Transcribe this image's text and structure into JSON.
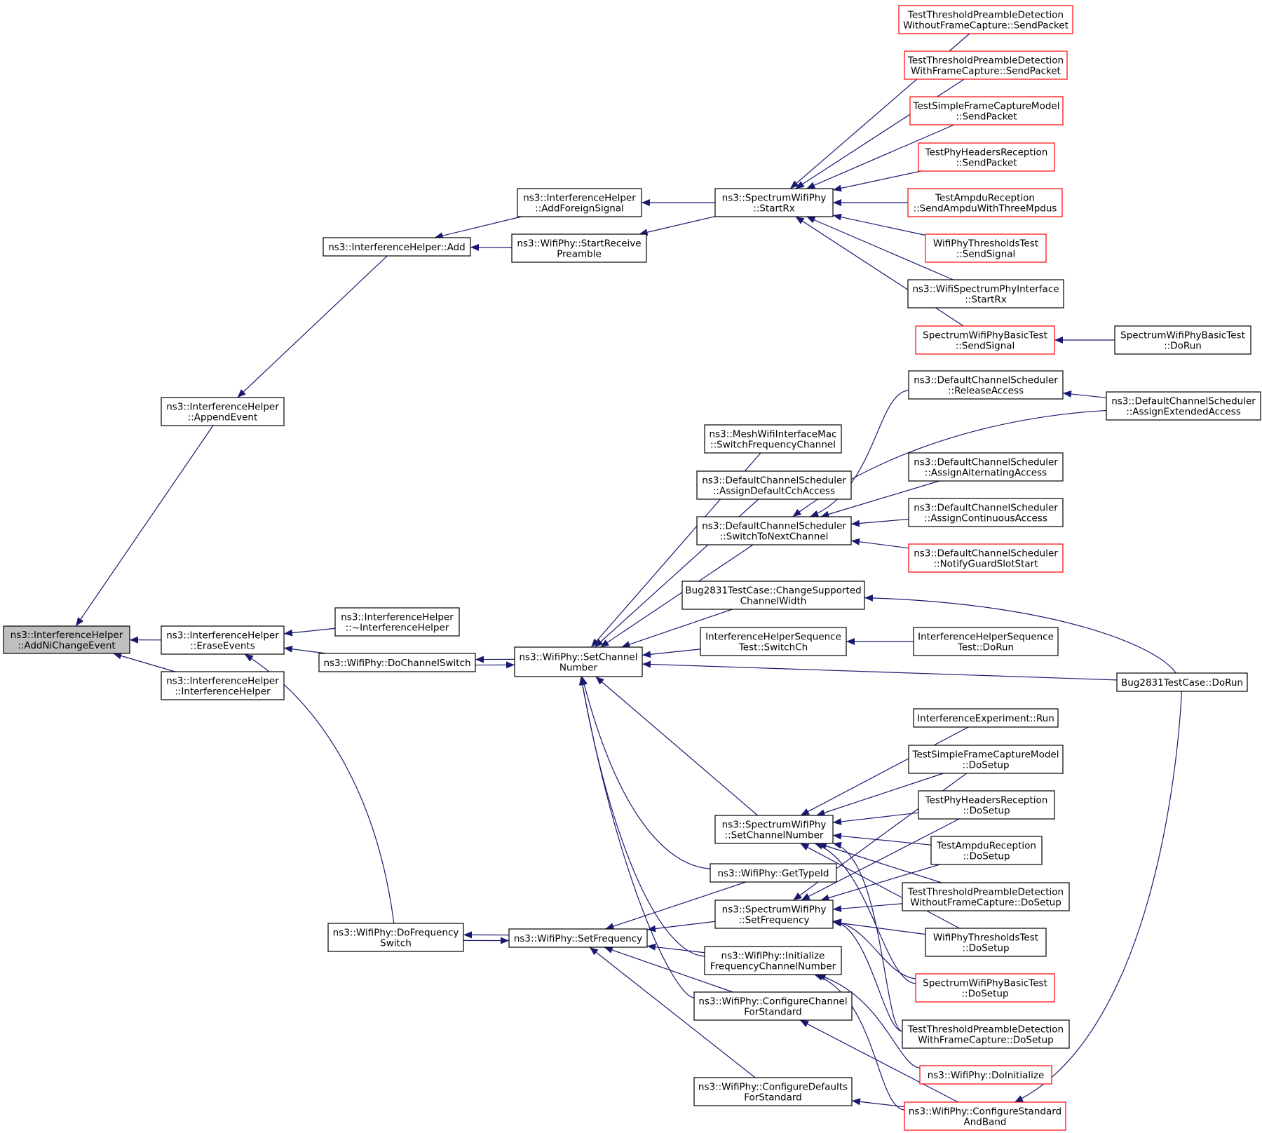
{
  "colors": {
    "edge": "#191970",
    "border_black": "#000000",
    "border_red": "#ff0000",
    "root_fill": "#bfbfbf",
    "node_fill": "#ffffff"
  },
  "nodes": [
    {
      "id": "root",
      "lines": [
        "ns3::InterferenceHelper",
        "::AddNiChangeEvent"
      ],
      "style": "root"
    },
    {
      "id": "append",
      "lines": [
        "ns3::InterferenceHelper",
        "::AppendEvent"
      ],
      "style": "black"
    },
    {
      "id": "erase",
      "lines": [
        "ns3::InterferenceHelper",
        "::EraseEvents"
      ],
      "style": "black"
    },
    {
      "id": "ctor",
      "lines": [
        "ns3::InterferenceHelper",
        "::InterferenceHelper"
      ],
      "style": "black"
    },
    {
      "id": "add",
      "lines": [
        "ns3::InterferenceHelper::Add"
      ],
      "style": "black"
    },
    {
      "id": "addforeign",
      "lines": [
        "ns3::InterferenceHelper",
        "::AddForeignSignal"
      ],
      "style": "black"
    },
    {
      "id": "startrecv",
      "lines": [
        "ns3::WifiPhy::StartReceive",
        "Preamble"
      ],
      "style": "black"
    },
    {
      "id": "sstartrx",
      "lines": [
        "ns3::SpectrumWifiPhy",
        "::StartRx"
      ],
      "style": "black"
    },
    {
      "id": "t1",
      "lines": [
        "TestThresholdPreambleDetection",
        "WithoutFrameCapture::SendPacket"
      ],
      "style": "red"
    },
    {
      "id": "t2",
      "lines": [
        "TestThresholdPreambleDetection",
        "WithFrameCapture::SendPacket"
      ],
      "style": "red"
    },
    {
      "id": "t3",
      "lines": [
        "TestSimpleFrameCaptureModel",
        "::SendPacket"
      ],
      "style": "red"
    },
    {
      "id": "t4",
      "lines": [
        "TestPhyHeadersReception",
        "::SendPacket"
      ],
      "style": "red"
    },
    {
      "id": "t5",
      "lines": [
        "TestAmpduReception",
        "::SendAmpduWithThreeMpdus"
      ],
      "style": "red"
    },
    {
      "id": "t6",
      "lines": [
        "WifiPhyThresholdsTest",
        "::SendSignal"
      ],
      "style": "red"
    },
    {
      "id": "t7",
      "lines": [
        "ns3::WifiSpectrumPhyInterface",
        "::StartRx"
      ],
      "style": "black"
    },
    {
      "id": "t8",
      "lines": [
        "SpectrumWifiPhyBasicTest",
        "::SendSignal"
      ],
      "style": "red"
    },
    {
      "id": "t9",
      "lines": [
        "SpectrumWifiPhyBasicTest",
        "::DoRun"
      ],
      "style": "black"
    },
    {
      "id": "dtor",
      "lines": [
        "ns3::InterferenceHelper",
        "::~InterferenceHelper"
      ],
      "style": "black"
    },
    {
      "id": "dochsw",
      "lines": [
        "ns3::WifiPhy::DoChannelSwitch"
      ],
      "style": "black"
    },
    {
      "id": "setch",
      "lines": [
        "ns3::WifiPhy::SetChannel",
        "Number"
      ],
      "style": "black"
    },
    {
      "id": "mesh",
      "lines": [
        "ns3::MeshWifiInterfaceMac",
        "::SwitchFrequencyChannel"
      ],
      "style": "black"
    },
    {
      "id": "dcs_def",
      "lines": [
        "ns3::DefaultChannelScheduler",
        "::AssignDefaultCchAccess"
      ],
      "style": "black"
    },
    {
      "id": "dcs_next",
      "lines": [
        "ns3::DefaultChannelScheduler",
        "::SwitchToNextChannel"
      ],
      "style": "black"
    },
    {
      "id": "dcs_rel",
      "lines": [
        "ns3::DefaultChannelScheduler",
        "::ReleaseAccess"
      ],
      "style": "black"
    },
    {
      "id": "dcs_ext",
      "lines": [
        "ns3::DefaultChannelScheduler",
        "::AssignExtendedAccess"
      ],
      "style": "black"
    },
    {
      "id": "dcs_alt",
      "lines": [
        "ns3::DefaultChannelScheduler",
        "::AssignAlternatingAccess"
      ],
      "style": "black"
    },
    {
      "id": "dcs_cont",
      "lines": [
        "ns3::DefaultChannelScheduler",
        "::AssignContinuousAccess"
      ],
      "style": "black"
    },
    {
      "id": "dcs_guard",
      "lines": [
        "ns3::DefaultChannelScheduler",
        "::NotifyGuardSlotStart"
      ],
      "style": "red"
    },
    {
      "id": "bugchg",
      "lines": [
        "Bug2831TestCase::ChangeSupported",
        "ChannelWidth"
      ],
      "style": "black"
    },
    {
      "id": "ihst_sw",
      "lines": [
        "InterferenceHelperSequence",
        "Test::SwitchCh"
      ],
      "style": "black"
    },
    {
      "id": "ihst_run",
      "lines": [
        "InterferenceHelperSequence",
        "Test::DoRun"
      ],
      "style": "black"
    },
    {
      "id": "bugrun",
      "lines": [
        "Bug2831TestCase::DoRun"
      ],
      "style": "black"
    },
    {
      "id": "iexp",
      "lines": [
        "InterferenceExperiment::Run"
      ],
      "style": "black"
    },
    {
      "id": "s1",
      "lines": [
        "TestSimpleFrameCaptureModel",
        "::DoSetup"
      ],
      "style": "black"
    },
    {
      "id": "s2",
      "lines": [
        "TestPhyHeadersReception",
        "::DoSetup"
      ],
      "style": "black"
    },
    {
      "id": "s3",
      "lines": [
        "TestAmpduReception",
        "::DoSetup"
      ],
      "style": "black"
    },
    {
      "id": "s4",
      "lines": [
        "TestThresholdPreambleDetection",
        "WithoutFrameCapture::DoSetup"
      ],
      "style": "black"
    },
    {
      "id": "s5",
      "lines": [
        "WifiPhyThresholdsTest",
        "::DoSetup"
      ],
      "style": "black"
    },
    {
      "id": "s6",
      "lines": [
        "SpectrumWifiPhyBasicTest",
        "::DoSetup"
      ],
      "style": "red"
    },
    {
      "id": "s7",
      "lines": [
        "TestThresholdPreambleDetection",
        "WithFrameCapture::DoSetup"
      ],
      "style": "black"
    },
    {
      "id": "sp_setch",
      "lines": [
        "ns3::SpectrumWifiPhy",
        "::SetChannelNumber"
      ],
      "style": "black"
    },
    {
      "id": "gettype",
      "lines": [
        "ns3::WifiPhy::GetTypeId"
      ],
      "style": "black"
    },
    {
      "id": "sp_setfreq",
      "lines": [
        "ns3::SpectrumWifiPhy",
        "::SetFrequency"
      ],
      "style": "black"
    },
    {
      "id": "initfreq",
      "lines": [
        "ns3::WifiPhy::Initialize",
        "FrequencyChannelNumber"
      ],
      "style": "black"
    },
    {
      "id": "cfgch",
      "lines": [
        "ns3::WifiPhy::ConfigureChannel",
        "ForStandard"
      ],
      "style": "black"
    },
    {
      "id": "cfgdef",
      "lines": [
        "ns3::WifiPhy::ConfigureDefaults",
        "ForStandard"
      ],
      "style": "black"
    },
    {
      "id": "doinit",
      "lines": [
        "ns3::WifiPhy::DoInitialize"
      ],
      "style": "red"
    },
    {
      "id": "cfgstd",
      "lines": [
        "ns3::WifiPhy::ConfigureStandard",
        "AndBand"
      ],
      "style": "red"
    },
    {
      "id": "dofreqsw",
      "lines": [
        "ns3::WifiPhy::DoFrequency",
        "Switch"
      ],
      "style": "black"
    },
    {
      "id": "setfreq",
      "lines": [
        "ns3::WifiPhy::SetFrequency"
      ],
      "style": "black"
    }
  ],
  "edges": [
    [
      "root",
      "append"
    ],
    [
      "root",
      "erase"
    ],
    [
      "root",
      "ctor"
    ],
    [
      "append",
      "add"
    ],
    [
      "add",
      "addforeign"
    ],
    [
      "add",
      "startrecv"
    ],
    [
      "addforeign",
      "sstartrx"
    ],
    [
      "startrecv",
      "sstartrx"
    ],
    [
      "sstartrx",
      "t1"
    ],
    [
      "sstartrx",
      "t2"
    ],
    [
      "sstartrx",
      "t3"
    ],
    [
      "sstartrx",
      "t4"
    ],
    [
      "sstartrx",
      "t5"
    ],
    [
      "sstartrx",
      "t6"
    ],
    [
      "sstartrx",
      "t7"
    ],
    [
      "sstartrx",
      "t8"
    ],
    [
      "t8",
      "t9"
    ],
    [
      "erase",
      "dtor"
    ],
    [
      "erase",
      "dochsw"
    ],
    [
      "erase",
      "dofreqsw"
    ],
    [
      "dochsw",
      "setch"
    ],
    [
      "setch",
      "dochsw"
    ],
    [
      "setch",
      "mesh"
    ],
    [
      "setch",
      "dcs_def"
    ],
    [
      "setch",
      "dcs_next"
    ],
    [
      "setch",
      "bugchg"
    ],
    [
      "setch",
      "ihst_sw"
    ],
    [
      "setch",
      "bugrun"
    ],
    [
      "setch",
      "sp_setch"
    ],
    [
      "setch",
      "gettype"
    ],
    [
      "setch",
      "initfreq"
    ],
    [
      "setch",
      "cfgch"
    ],
    [
      "dcs_next",
      "dcs_rel"
    ],
    [
      "dcs_next",
      "dcs_ext"
    ],
    [
      "dcs_next",
      "dcs_alt"
    ],
    [
      "dcs_next",
      "dcs_cont"
    ],
    [
      "dcs_next",
      "dcs_guard"
    ],
    [
      "dcs_rel",
      "dcs_ext"
    ],
    [
      "bugchg",
      "bugrun"
    ],
    [
      "ihst_sw",
      "ihst_run"
    ],
    [
      "sp_setch",
      "iexp"
    ],
    [
      "sp_setch",
      "s1"
    ],
    [
      "sp_setch",
      "s2"
    ],
    [
      "sp_setch",
      "s3"
    ],
    [
      "sp_setch",
      "s4"
    ],
    [
      "sp_setch",
      "s5"
    ],
    [
      "sp_setch",
      "s6"
    ],
    [
      "sp_setch",
      "s7"
    ],
    [
      "dofreqsw",
      "setfreq"
    ],
    [
      "setfreq",
      "dofreqsw"
    ],
    [
      "setfreq",
      "gettype"
    ],
    [
      "setfreq",
      "sp_setfreq"
    ],
    [
      "setfreq",
      "initfreq"
    ],
    [
      "setfreq",
      "cfgch"
    ],
    [
      "setfreq",
      "cfgdef"
    ],
    [
      "sp_setfreq",
      "s1"
    ],
    [
      "sp_setfreq",
      "s2"
    ],
    [
      "sp_setfreq",
      "s3"
    ],
    [
      "sp_setfreq",
      "s4"
    ],
    [
      "sp_setfreq",
      "s5"
    ],
    [
      "sp_setfreq",
      "s6"
    ],
    [
      "sp_setfreq",
      "s7"
    ],
    [
      "initfreq",
      "doinit"
    ],
    [
      "initfreq",
      "cfgstd"
    ],
    [
      "cfgch",
      "cfgstd"
    ],
    [
      "cfgdef",
      "cfgstd"
    ],
    [
      "cfgstd",
      "bugrun"
    ]
  ]
}
